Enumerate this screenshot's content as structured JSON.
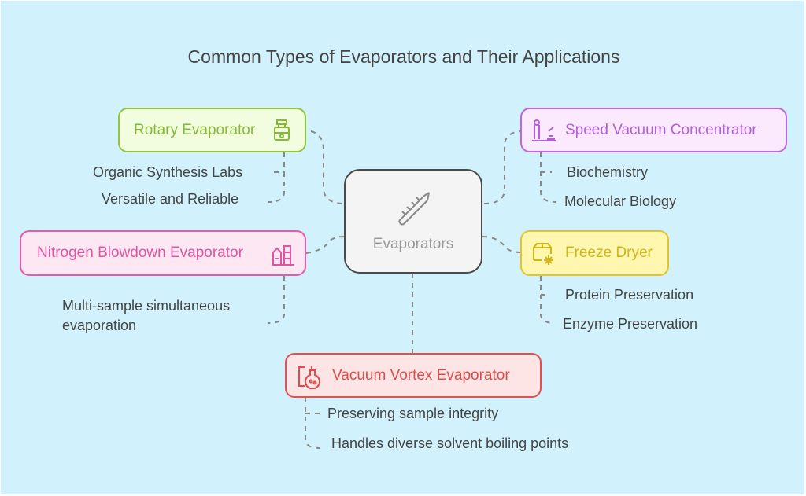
{
  "title": "Common Types of Evaporators and Their Applications",
  "center": {
    "label": "Evaporators",
    "icon": "test-tube-icon"
  },
  "nodes": {
    "rotary": {
      "label": "Rotary Evaporator",
      "icon": "rotary-evaporator-icon",
      "color": "#86b935",
      "items": [
        "Organic Synthesis Labs",
        "Versatile and Reliable"
      ]
    },
    "speed": {
      "label": "Speed Vacuum Concentrator",
      "icon": "lab-instrument-icon",
      "color": "#b45fd8",
      "items": [
        "Biochemistry",
        "Molecular Biology"
      ]
    },
    "nitrogen": {
      "label": "Nitrogen Blowdown Evaporator",
      "icon": "factory-icon",
      "color": "#e0559f",
      "items": [
        "Multi-sample simultaneous",
        "evaporation"
      ]
    },
    "freeze": {
      "label": "Freeze Dryer",
      "icon": "freezer-box-icon",
      "color": "#d2b517",
      "items": [
        "Protein Preservation",
        "Enzyme Preservation"
      ]
    },
    "vortex": {
      "label": "Vacuum Vortex Evaporator",
      "icon": "flask-icon",
      "color": "#e04a4a",
      "items": [
        "Preserving sample integrity",
        "Handles diverse solvent boiling points"
      ]
    }
  }
}
